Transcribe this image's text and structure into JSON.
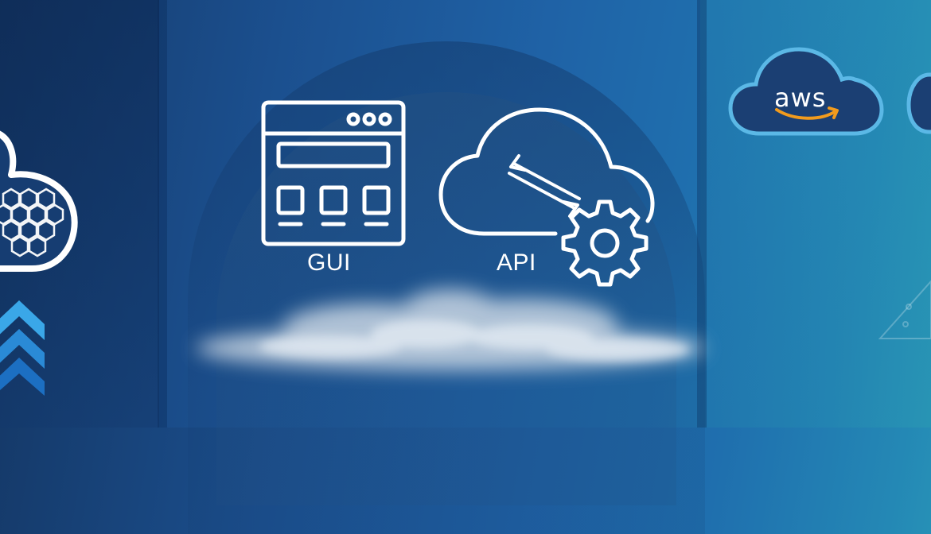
{
  "labels": {
    "gui": "GUI",
    "api": "API"
  },
  "logo": {
    "aws_text": "aws"
  },
  "colors": {
    "background_dark": "#153a6a",
    "background_mid": "#1f62a6",
    "background_teal": "#2a9bb8",
    "icon_stroke": "#ffffff",
    "aws_cloud_fill": "#1b3f73",
    "aws_cloud_border": "#5bb8e6",
    "aws_smile": "#f29b1d",
    "chevron_light": "#3aa7e8",
    "chevron_dark": "#1c6fc2"
  },
  "icons": {
    "gui": "browser-window-icon",
    "api": "cloud-sync-gear-icon",
    "left": "hexagon-cloud-icon",
    "right": "aws-cloud-icon"
  }
}
